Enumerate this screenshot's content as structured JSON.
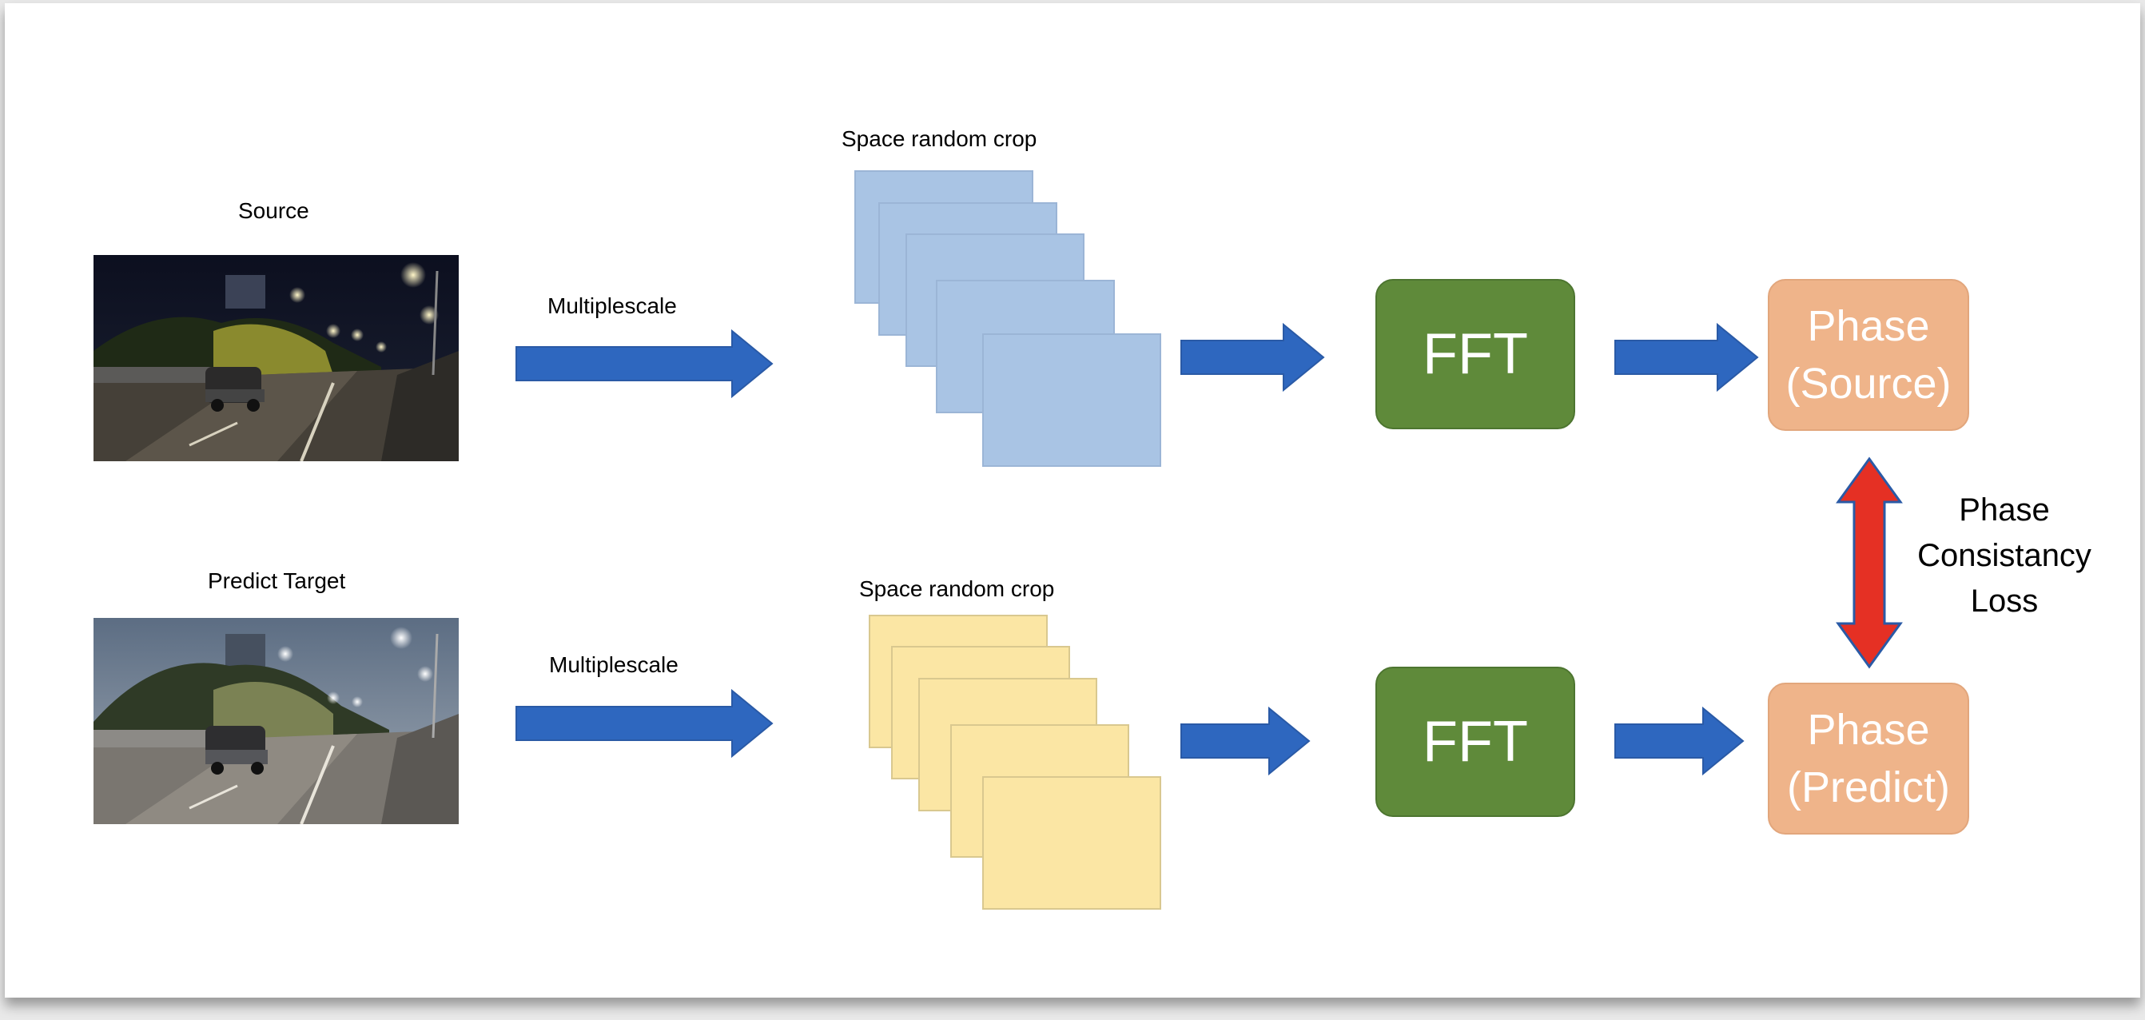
{
  "source": {
    "label": "Source"
  },
  "target": {
    "label": "Predict Target"
  },
  "top_row": {
    "scale_label": "Multiplescale",
    "crop_label": "Space random crop",
    "fft_label": "FFT",
    "phase_line1": "Phase",
    "phase_line2": "(Source)"
  },
  "bottom_row": {
    "scale_label": "Multiplescale",
    "crop_label": "Space random crop",
    "fft_label": "FFT",
    "phase_line1": "Phase",
    "phase_line2": "(Predict)"
  },
  "loss": {
    "line1": "Phase",
    "line2": "Consistancy",
    "line3": "Loss"
  },
  "colors": {
    "arrow_blue": "#2e67bf",
    "loss_arrow_red": "#e53024",
    "fft_green": "#5f8a3a",
    "phase_orange": "#efb48a",
    "crop_blue": "#a9c4e4",
    "crop_yellow": "#fbe6a4"
  }
}
